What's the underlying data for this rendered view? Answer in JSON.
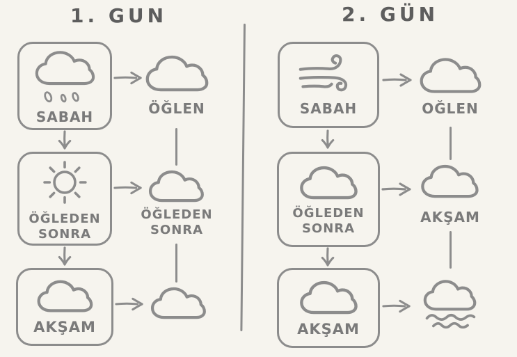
{
  "colors": {
    "background": "#f6f4ee",
    "stroke": "#8c8c8c",
    "label": "#7a7a7a",
    "title": "#5d5d5d"
  },
  "days": [
    {
      "title": "1. GUN",
      "steps": [
        {
          "time": "SABAH",
          "box_icon": "rain-cloud",
          "result_icon": "cloud",
          "result_label": "ÖĞLEN"
        },
        {
          "time": "ÖĞLEDEN SONRA",
          "box_icon": "sun",
          "result_icon": "cloud",
          "result_label": "ÖĞLEDEN SONRA"
        },
        {
          "time": "AKŞAM",
          "box_icon": "cloud",
          "result_icon": "cloud",
          "result_label": ""
        }
      ]
    },
    {
      "title": "2. GÜN",
      "steps": [
        {
          "time": "SABAH",
          "box_icon": "wind",
          "result_icon": "cloud",
          "result_label": "OĞLEN"
        },
        {
          "time": "ÖĞLEDEN SONRA",
          "box_icon": "cloud",
          "result_icon": "cloud",
          "result_label": "AKŞAM"
        },
        {
          "time": "AKŞAM",
          "box_icon": "cloud",
          "result_icon": "fog-cloud",
          "result_label": ""
        }
      ]
    }
  ]
}
